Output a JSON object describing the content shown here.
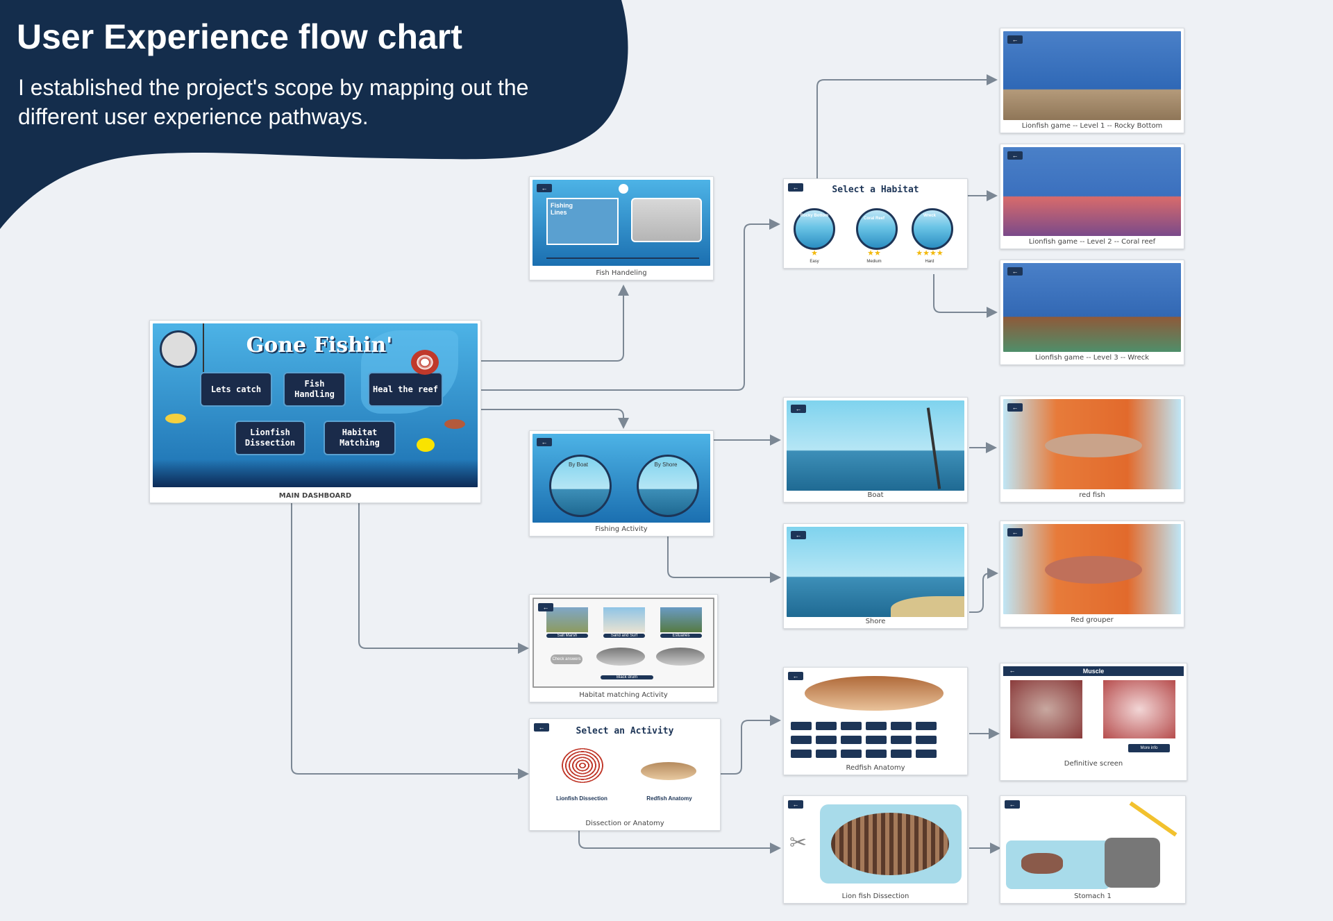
{
  "header": {
    "title": "User Experience flow chart",
    "subtitle": "I established the project's scope by mapping out the different user experience pathways."
  },
  "main_dashboard": {
    "caption": "MAIN DASHBOARD",
    "game_title": "Gone Fishin'",
    "buttons": [
      "Lets catch",
      "Fish Handling",
      "Heal the reef",
      "Lionfish Dissection",
      "Habitat Matching"
    ]
  },
  "fish_handeling": {
    "caption": "Fish Handeling",
    "card_label": "Fishing Lines"
  },
  "habitat_select": {
    "title": "Select a Habitat",
    "options": [
      {
        "label": "Rocky Bottom",
        "stars": "★",
        "difficulty": "Easy"
      },
      {
        "label": "Coral Reef",
        "stars": "★★",
        "difficulty": "Medium"
      },
      {
        "label": "Wreck",
        "stars": "★★★★",
        "difficulty": "Hard"
      }
    ]
  },
  "lionfish_levels": [
    {
      "caption": "Lionfish game -- Level 1 -- Rocky Bottom"
    },
    {
      "caption": "Lionfish game -- Level 2 -- Coral reef"
    },
    {
      "caption": "Lionfish game -- Level 3 -- Wreck"
    }
  ],
  "fishing_activity": {
    "caption": "Fishing Activity",
    "options": [
      "By Boat",
      "By Shore"
    ]
  },
  "boat": {
    "caption": "Boat"
  },
  "shore": {
    "caption": "Shore"
  },
  "red_fish": {
    "caption": "red fish"
  },
  "red_grouper": {
    "caption": "Red grouper"
  },
  "habitat_matching": {
    "caption": "Habitat matching Activity",
    "habitats": [
      "Salt Marsh",
      "Sand and Surf",
      "Estuaries"
    ],
    "check_label": "Check answers",
    "fish_name": "Black drum"
  },
  "dissection_or_anatomy": {
    "title": "Select an Activity",
    "options": [
      "Lionfish Dissection",
      "Redfish Anatomy"
    ],
    "caption": "Dissection or Anatomy"
  },
  "redfish_anatomy": {
    "caption": "Redfish Anatomy"
  },
  "definitive_screen": {
    "caption": "Definitive screen",
    "title": "Muscle",
    "more_info": "More info"
  },
  "lionfish_dissection": {
    "caption": "Lion fish Dissection"
  },
  "stomach": {
    "caption": "Stomach 1"
  },
  "colors": {
    "navy": "#142d4c",
    "connector": "#7b8794",
    "background": "#eef1f5"
  }
}
